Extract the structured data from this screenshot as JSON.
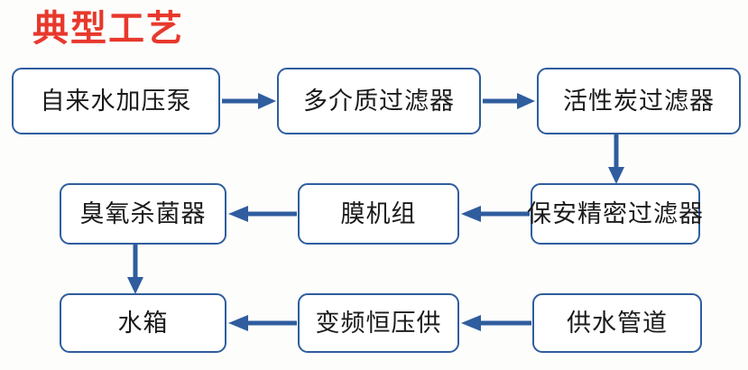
{
  "title": "典型工艺",
  "colors": {
    "title": "#e8382c",
    "box_border": "#2f5d9e",
    "arrow": "#2f5d9e",
    "box_text": "#1a1a1a",
    "background": "#fdfdfc"
  },
  "diagram": {
    "type": "flowchart",
    "direction": "serpentine-left-to-right-then-right-to-left",
    "nodes": [
      {
        "id": "tap",
        "label": "自来水加压泵",
        "row": 1,
        "col": 1
      },
      {
        "id": "multi",
        "label": "多介质过滤器",
        "row": 1,
        "col": 2
      },
      {
        "id": "carbon",
        "label": "活性炭过滤器",
        "row": 1,
        "col": 3
      },
      {
        "id": "sec",
        "label": "保安精密过滤器",
        "row": 2,
        "col": 3
      },
      {
        "id": "mem",
        "label": "膜机组",
        "row": 2,
        "col": 2
      },
      {
        "id": "ozone",
        "label": "臭氧杀菌器",
        "row": 2,
        "col": 1
      },
      {
        "id": "tank",
        "label": "水箱",
        "row": 3,
        "col": 1
      },
      {
        "id": "vfd",
        "label": "变频恒压供",
        "row": 3,
        "col": 2
      },
      {
        "id": "pipe",
        "label": "供水管道",
        "row": 3,
        "col": 3
      }
    ],
    "edges": [
      {
        "from": "tap",
        "to": "multi",
        "direction": "right"
      },
      {
        "from": "multi",
        "to": "carbon",
        "direction": "right"
      },
      {
        "from": "carbon",
        "to": "sec",
        "direction": "down"
      },
      {
        "from": "sec",
        "to": "mem",
        "direction": "left"
      },
      {
        "from": "mem",
        "to": "ozone",
        "direction": "left"
      },
      {
        "from": "ozone",
        "to": "tank",
        "direction": "down"
      },
      {
        "from": "tank",
        "to": "vfd",
        "direction": "left-incoming"
      },
      {
        "from": "vfd",
        "to": "pipe",
        "direction": "left-incoming"
      }
    ]
  }
}
